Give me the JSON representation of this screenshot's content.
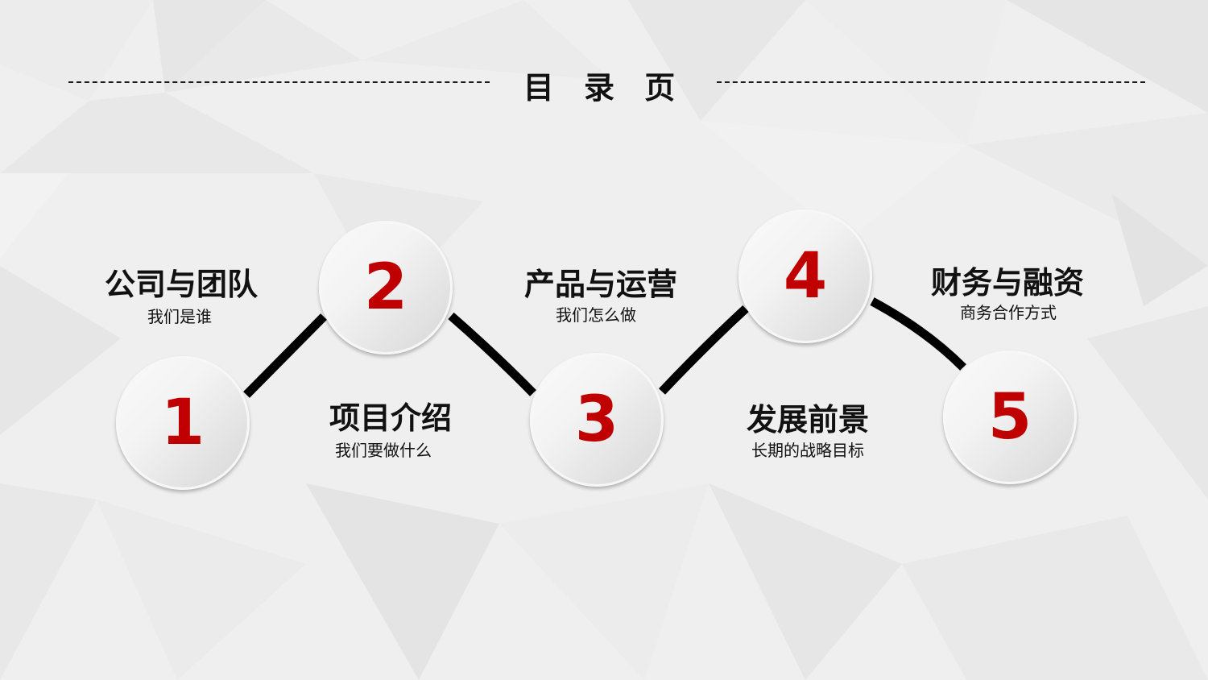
{
  "page": {
    "title": "目 录 页",
    "accent_color": "#c00000",
    "text_color": "#111111"
  },
  "items": [
    {
      "number": "1",
      "heading": "公司与团队",
      "subtitle": "我们是谁"
    },
    {
      "number": "2",
      "heading": "项目介绍",
      "subtitle": "我们要做什么"
    },
    {
      "number": "3",
      "heading": "产品与运营",
      "subtitle": "我们怎么做"
    },
    {
      "number": "4",
      "heading": "发展前景",
      "subtitle": "长期的战略目标"
    },
    {
      "number": "5",
      "heading": "财务与融资",
      "subtitle": "商务合作方式"
    }
  ]
}
